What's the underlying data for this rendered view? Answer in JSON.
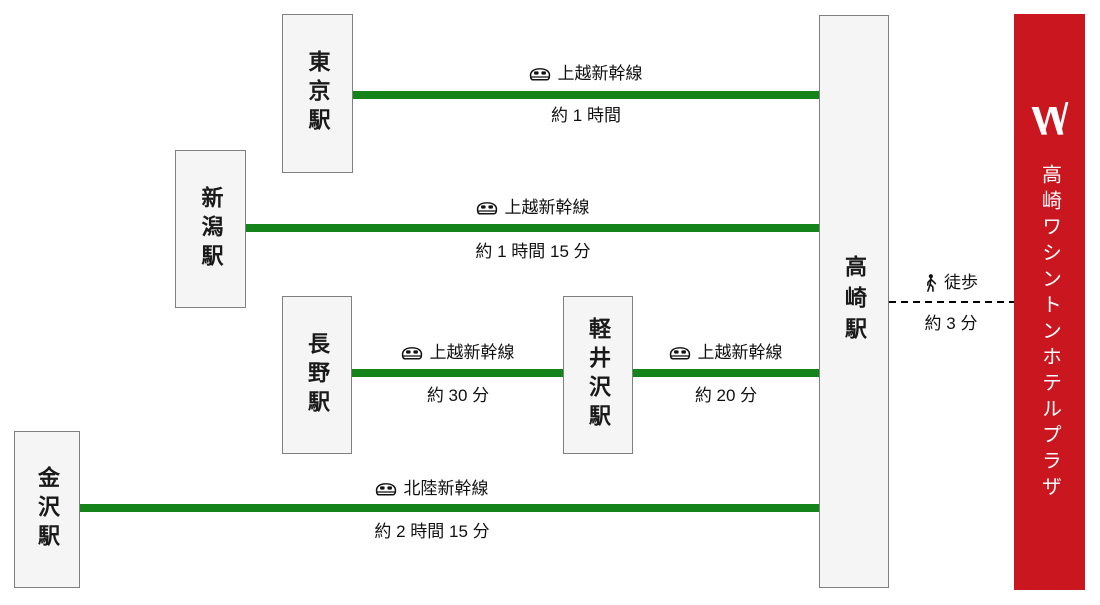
{
  "hub_station": {
    "name": "高崎駅"
  },
  "stations": [
    {
      "name": "東京駅"
    },
    {
      "name": "新潟駅"
    },
    {
      "name": "長野駅"
    },
    {
      "name": "軽井沢駅"
    },
    {
      "name": "金沢駅"
    }
  ],
  "routes": [
    {
      "from": "東京駅",
      "to": "高崎駅",
      "line_name": "上越新幹線",
      "duration": "約 1 時間"
    },
    {
      "from": "新潟駅",
      "to": "高崎駅",
      "line_name": "上越新幹線",
      "duration": "約 1 時間 15 分"
    },
    {
      "from": "長野駅",
      "to": "軽井沢駅",
      "line_name": "上越新幹線",
      "duration": "約 30 分"
    },
    {
      "from": "軽井沢駅",
      "to": "高崎駅",
      "line_name": "上越新幹線",
      "duration": "約 20 分"
    },
    {
      "from": "金沢駅",
      "to": "高崎駅",
      "line_name": "北陸新幹線",
      "duration": "約 2 時間 15 分"
    }
  ],
  "walk": {
    "label": "徒歩",
    "duration": "約 3 分"
  },
  "hotel": {
    "name": "高崎ワシントンホテルプラザ",
    "logo_letter": "W"
  },
  "colors": {
    "rail_green": "#14831a",
    "hotel_red": "#c9161f",
    "station_box_bg": "#f5f5f5",
    "station_box_border": "#7f7f7f"
  },
  "icons": {
    "train": "shinkansen-train-icon",
    "walk": "walking-person-icon",
    "logo": "washington-hotel-w-logo"
  }
}
